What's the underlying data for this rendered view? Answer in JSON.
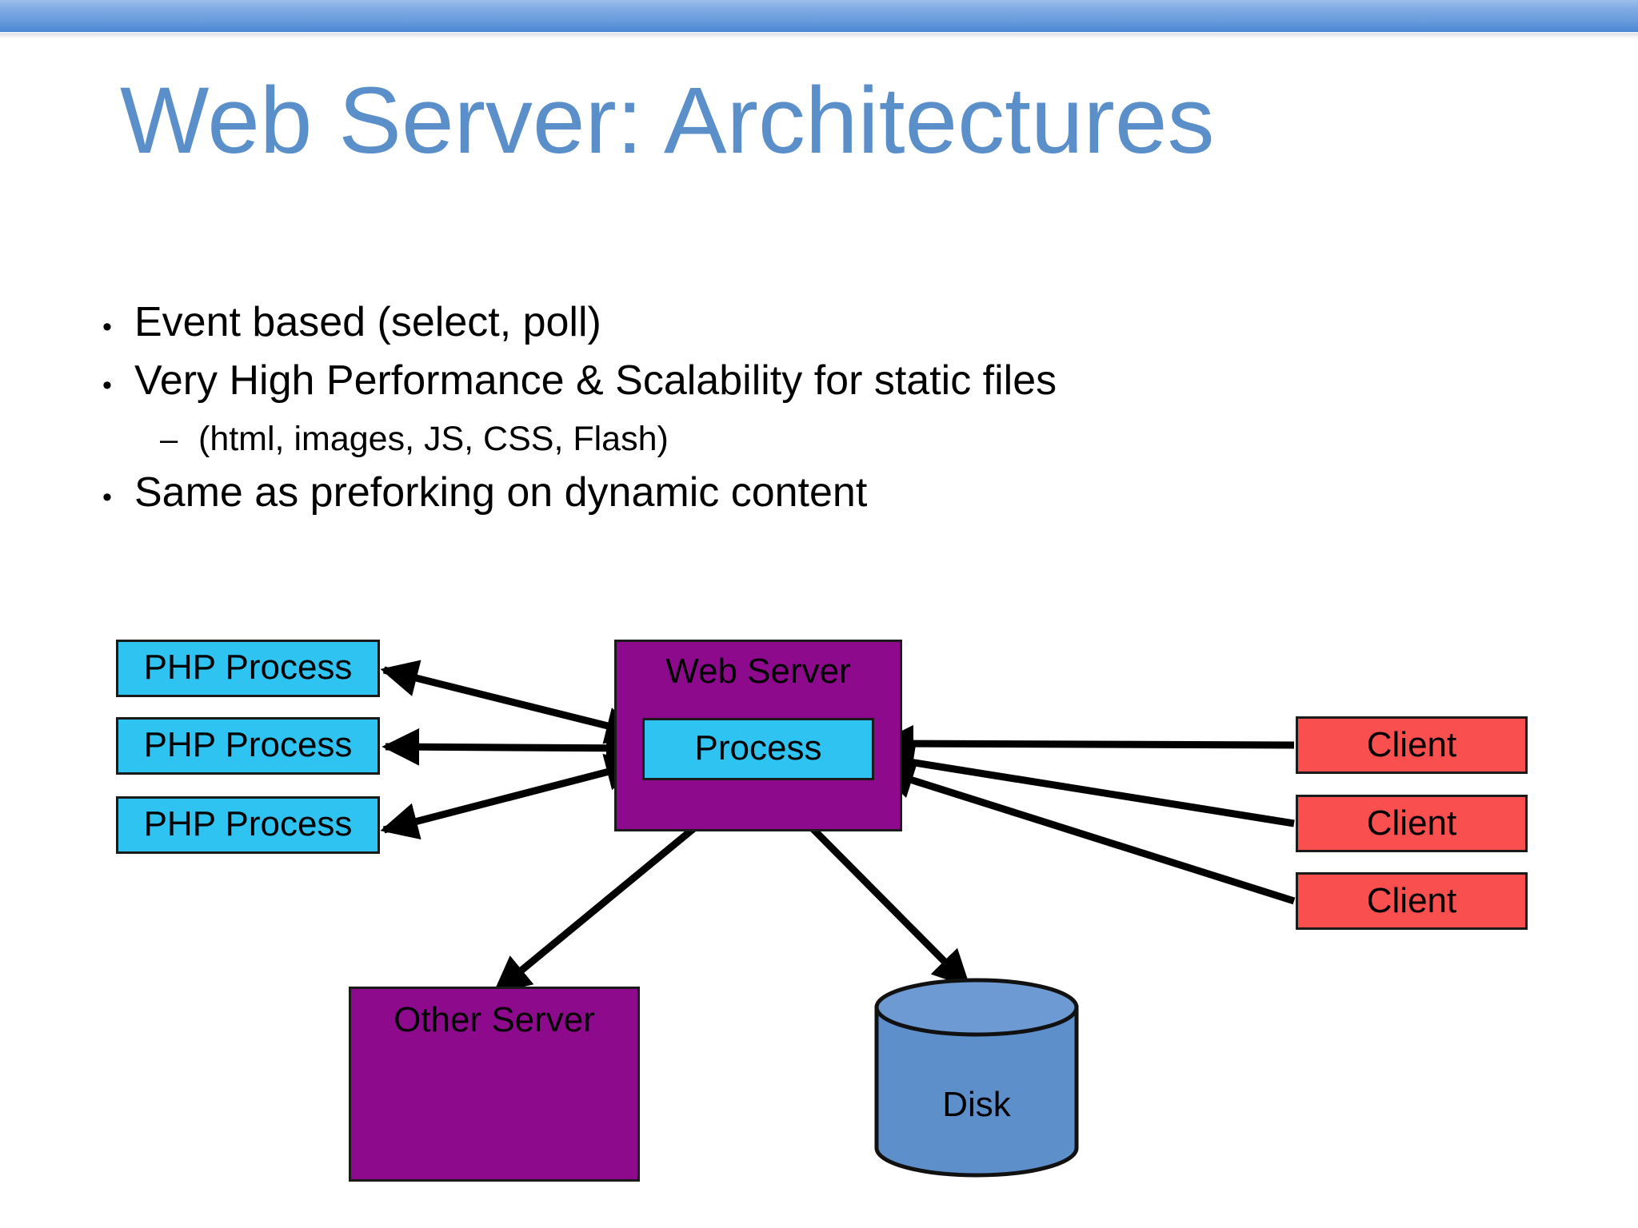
{
  "slide": {
    "title": "Web Server: Architectures",
    "title_color": "#5b8fc9",
    "background": "#ffffff",
    "top_bar_color": "#6b9ddd"
  },
  "bullets": [
    {
      "level": 1,
      "marker": "•",
      "text": "Event based (select, poll)"
    },
    {
      "level": 1,
      "marker": "•",
      "text": "Very High Performance & Scalability for static files"
    },
    {
      "level": 2,
      "marker": "–",
      "text": " (html, images, JS, CSS, Flash)"
    },
    {
      "level": 1,
      "marker": "•",
      "text": "Same as preforking on dynamic content"
    }
  ],
  "diagram": {
    "php_processes": [
      {
        "label": "PHP Process",
        "color": "#2ec3f1"
      },
      {
        "label": "PHP Process",
        "color": "#2ec3f1"
      },
      {
        "label": "PHP Process",
        "color": "#2ec3f1"
      }
    ],
    "web_server": {
      "label": "Web Server",
      "color": "#8d0a8d"
    },
    "process": {
      "label": "Process",
      "color": "#2ec3f1"
    },
    "clients": [
      {
        "label": "Client",
        "color": "#f94f4f"
      },
      {
        "label": "Client",
        "color": "#f94f4f"
      },
      {
        "label": "Client",
        "color": "#f94f4f"
      }
    ],
    "other_server": {
      "label": "Other Server",
      "color": "#8d0a8d"
    },
    "disk": {
      "label": "Disk",
      "color": "#5d8fcb"
    },
    "connector_color": "#000000",
    "connectors": [
      {
        "from": "process",
        "to": "php-process-1",
        "style": "bidirectional"
      },
      {
        "from": "process",
        "to": "php-process-2",
        "style": "bidirectional"
      },
      {
        "from": "process",
        "to": "php-process-3",
        "style": "bidirectional"
      },
      {
        "from": "client-1",
        "to": "process",
        "style": "single"
      },
      {
        "from": "client-2",
        "to": "process",
        "style": "single"
      },
      {
        "from": "client-3",
        "to": "process",
        "style": "single"
      },
      {
        "from": "process",
        "to": "other-server",
        "style": "bidirectional"
      },
      {
        "from": "process",
        "to": "disk",
        "style": "bidirectional"
      }
    ]
  }
}
